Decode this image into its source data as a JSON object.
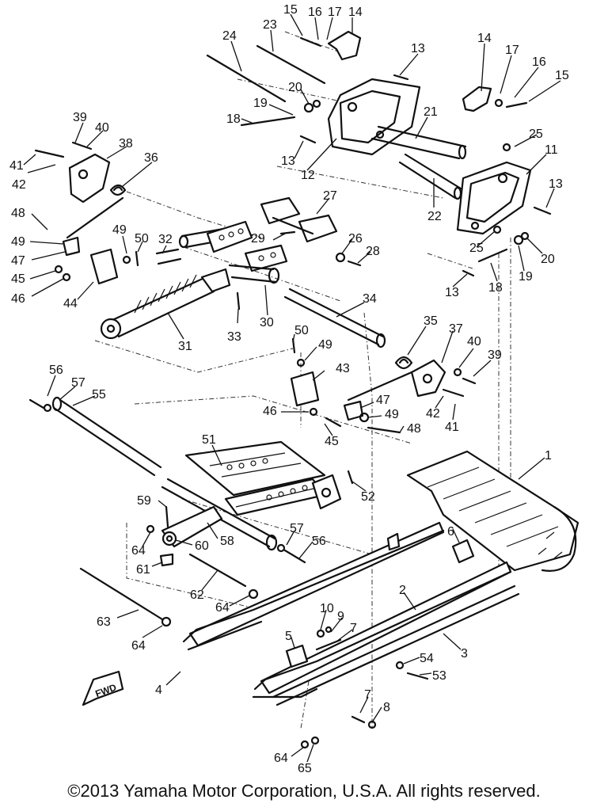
{
  "callouts": [
    {
      "label": "15"
    },
    {
      "label": "16"
    },
    {
      "label": "17"
    },
    {
      "label": "14"
    },
    {
      "label": "23"
    },
    {
      "label": "24"
    },
    {
      "label": "13"
    },
    {
      "label": "14"
    },
    {
      "label": "17"
    },
    {
      "label": "16"
    },
    {
      "label": "15"
    },
    {
      "label": "20"
    },
    {
      "label": "19"
    },
    {
      "label": "18"
    },
    {
      "label": "21"
    },
    {
      "label": "25"
    },
    {
      "label": "13"
    },
    {
      "label": "12"
    },
    {
      "label": "11"
    },
    {
      "label": "13"
    },
    {
      "label": "22"
    },
    {
      "label": "39"
    },
    {
      "label": "40"
    },
    {
      "label": "38"
    },
    {
      "label": "41"
    },
    {
      "label": "42"
    },
    {
      "label": "36"
    },
    {
      "label": "27"
    },
    {
      "label": "48"
    },
    {
      "label": "49"
    },
    {
      "label": "50"
    },
    {
      "label": "32"
    },
    {
      "label": "29"
    },
    {
      "label": "26"
    },
    {
      "label": "28"
    },
    {
      "label": "49"
    },
    {
      "label": "47"
    },
    {
      "label": "45"
    },
    {
      "label": "46"
    },
    {
      "label": "44"
    },
    {
      "label": "25"
    },
    {
      "label": "20"
    },
    {
      "label": "19"
    },
    {
      "label": "18"
    },
    {
      "label": "13"
    },
    {
      "label": "34"
    },
    {
      "label": "33"
    },
    {
      "label": "30"
    },
    {
      "label": "31"
    },
    {
      "label": "35"
    },
    {
      "label": "37"
    },
    {
      "label": "40"
    },
    {
      "label": "39"
    },
    {
      "label": "50"
    },
    {
      "label": "49"
    },
    {
      "label": "43"
    },
    {
      "label": "56"
    },
    {
      "label": "57"
    },
    {
      "label": "55"
    },
    {
      "label": "47"
    },
    {
      "label": "42"
    },
    {
      "label": "41"
    },
    {
      "label": "49"
    },
    {
      "label": "46"
    },
    {
      "label": "45"
    },
    {
      "label": "48"
    },
    {
      "label": "51"
    },
    {
      "label": "1"
    },
    {
      "label": "52"
    },
    {
      "label": "59"
    },
    {
      "label": "6"
    },
    {
      "label": "57"
    },
    {
      "label": "64"
    },
    {
      "label": "60"
    },
    {
      "label": "58"
    },
    {
      "label": "56"
    },
    {
      "label": "61"
    },
    {
      "label": "62"
    },
    {
      "label": "2"
    },
    {
      "label": "63"
    },
    {
      "label": "64"
    },
    {
      "label": "10"
    },
    {
      "label": "9"
    },
    {
      "label": "7"
    },
    {
      "label": "64"
    },
    {
      "label": "5"
    },
    {
      "label": "3"
    },
    {
      "label": "54"
    },
    {
      "label": "53"
    },
    {
      "label": "4"
    },
    {
      "label": "7"
    },
    {
      "label": "8"
    },
    {
      "label": "64"
    },
    {
      "label": "65"
    }
  ],
  "fwd_label": "FWD",
  "copyright": "©2013 Yamaha Motor Corporation, U.S.A. All rights reserved."
}
